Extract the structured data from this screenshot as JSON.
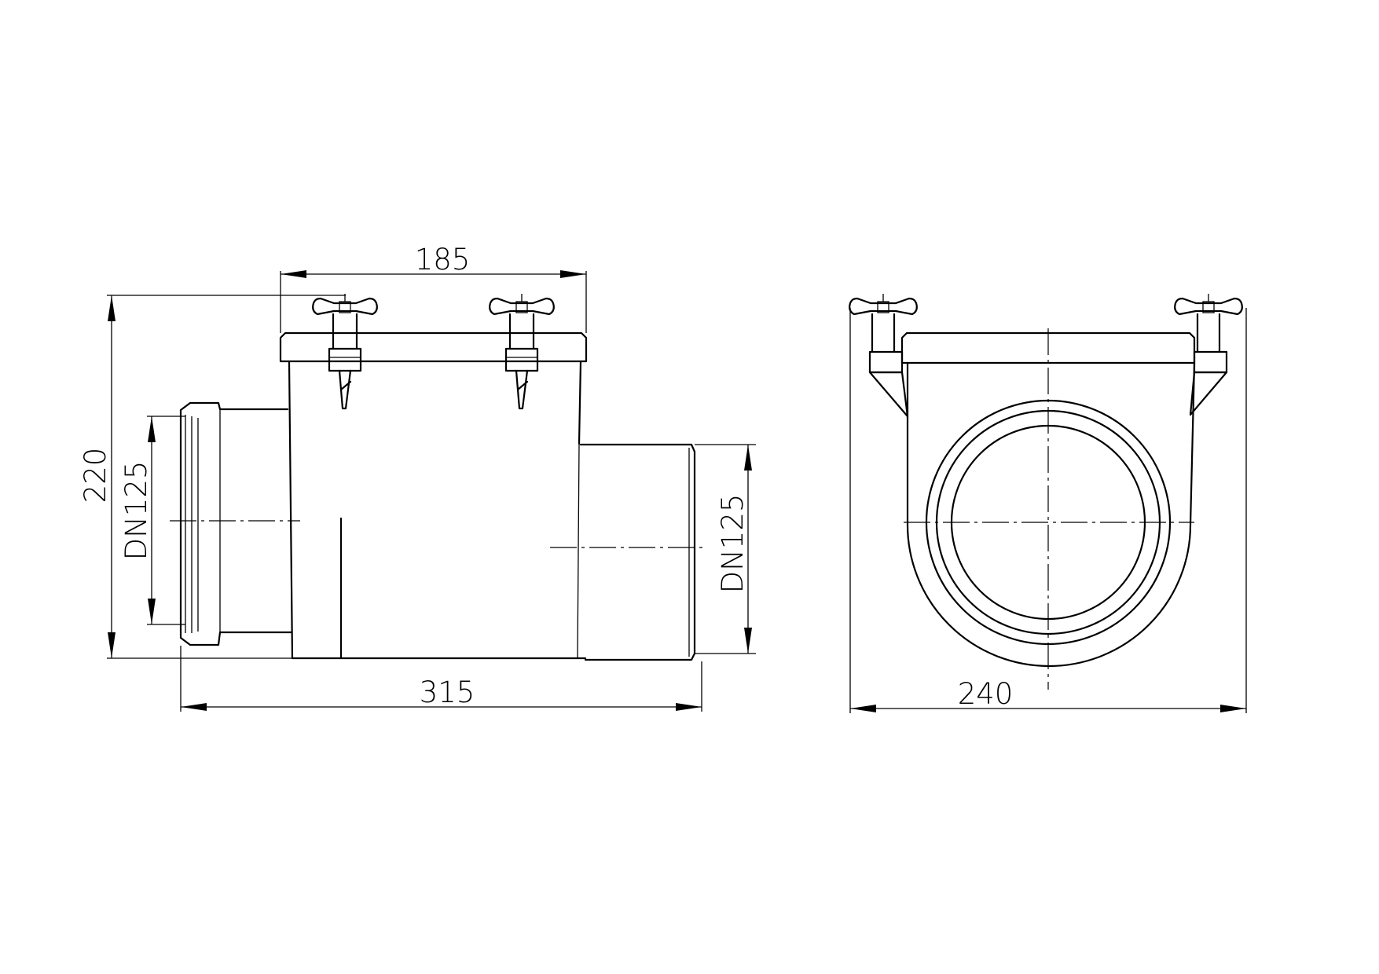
{
  "dimensions": {
    "side_top_width": "185",
    "side_height": "220",
    "side_inlet_diameter": "DN125",
    "side_outlet_diameter": "DN125",
    "side_overall_length": "315",
    "front_overall_width": "240"
  }
}
